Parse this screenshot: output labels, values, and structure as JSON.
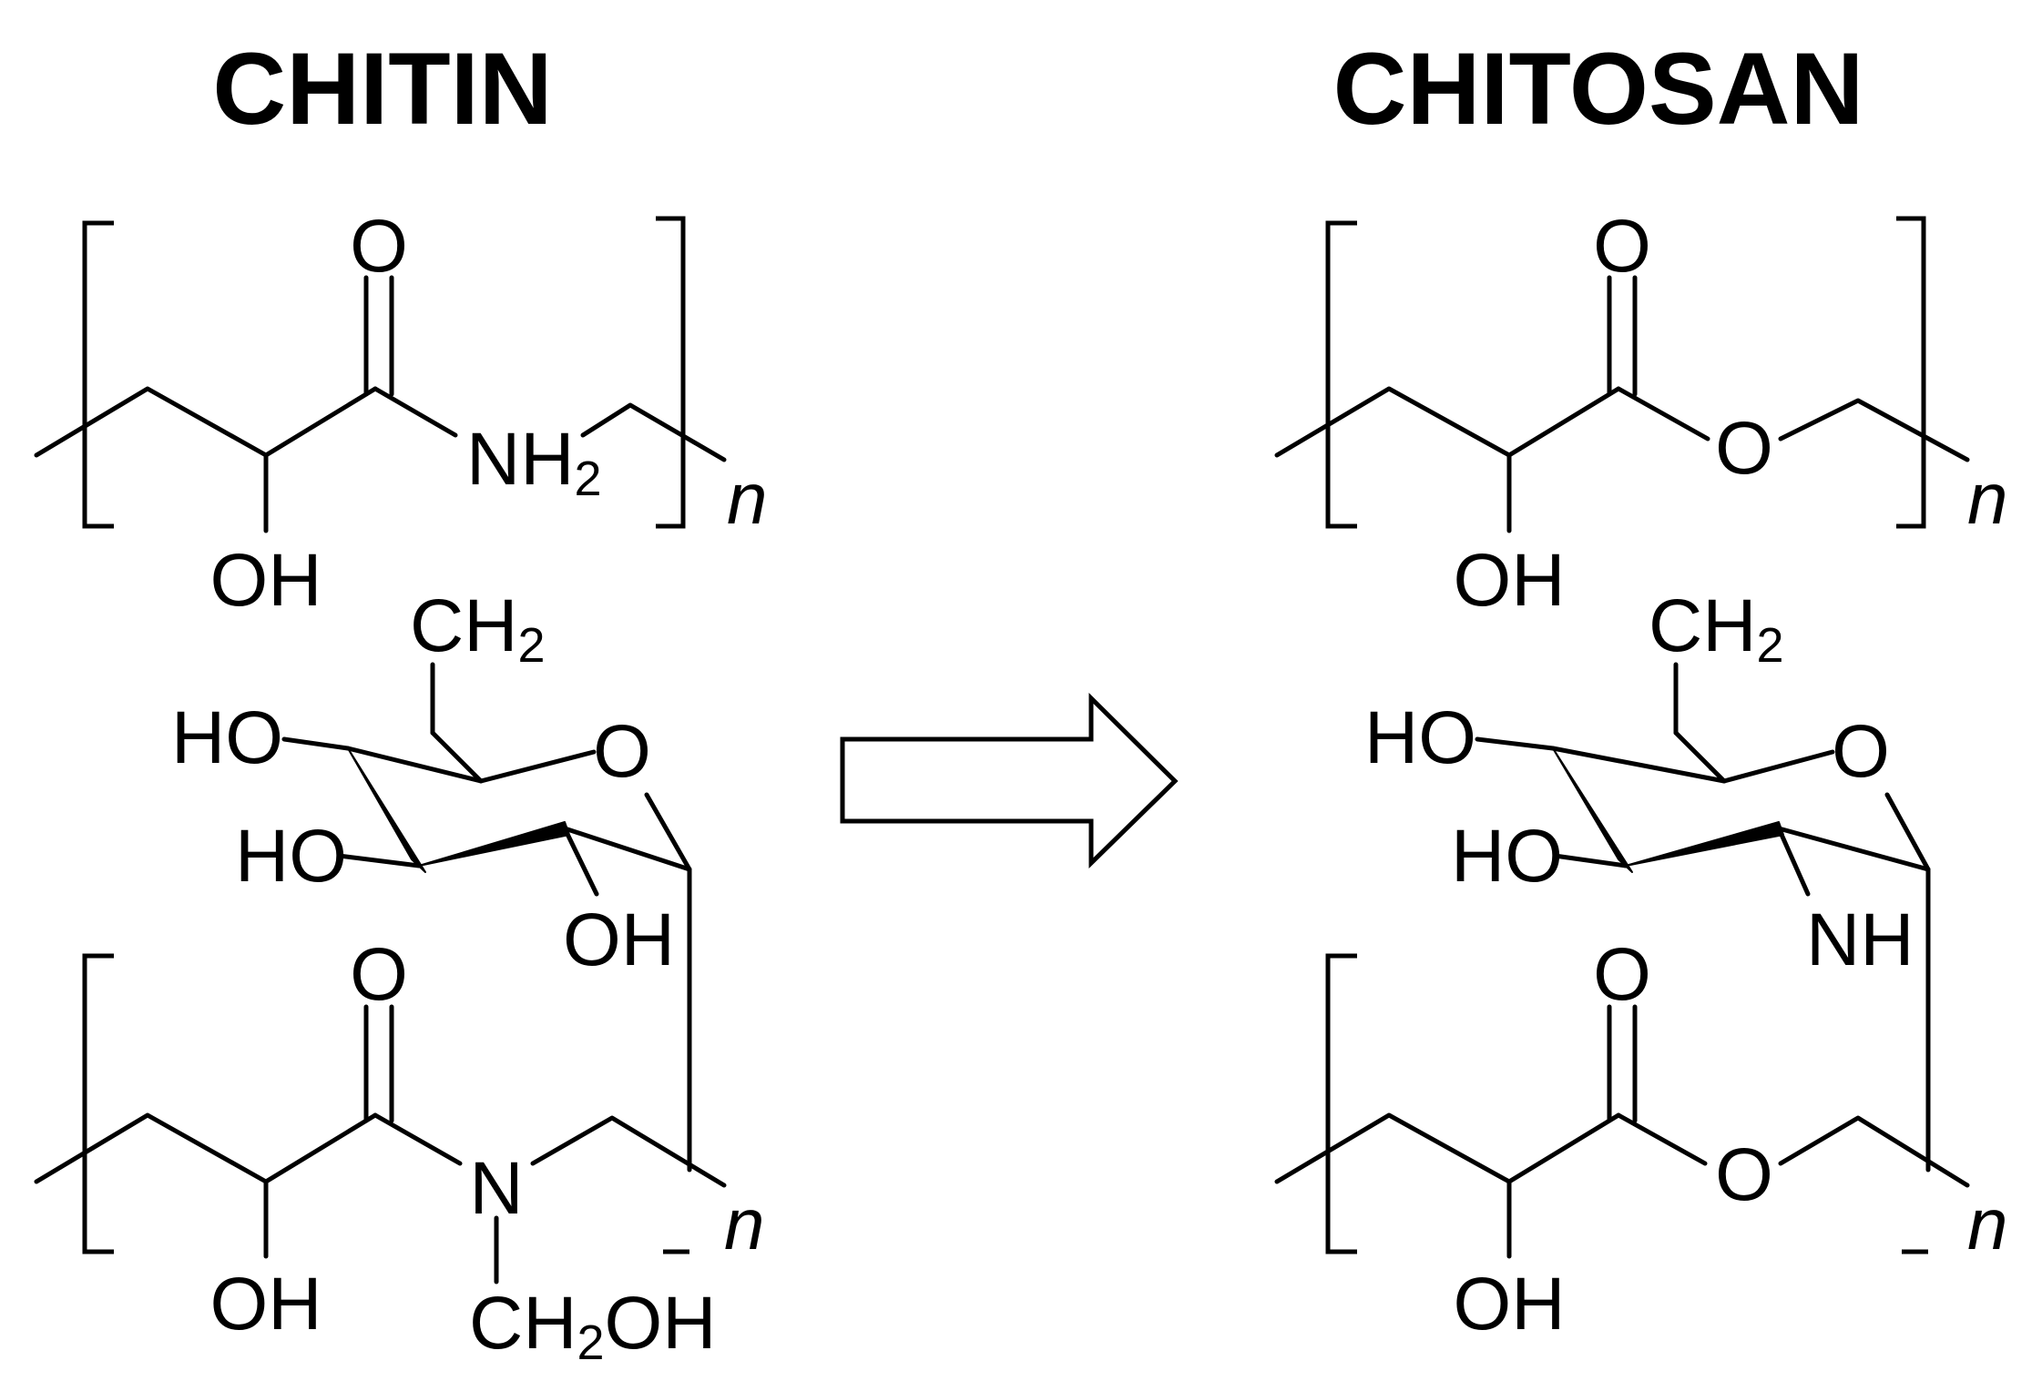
{
  "chitin": {
    "title": "CHITIN",
    "top_unit": {
      "carbonyl_o": "O",
      "amine": "NH",
      "amine_sub": "2",
      "hydroxyl": "OH",
      "repeat": "n"
    },
    "ring": {
      "ch2": "CH",
      "ch2_sub": "2",
      "ho_1": "HO",
      "ring_o": "O",
      "ho_2": "HO",
      "oh": "OH"
    },
    "bottom_unit": {
      "carbonyl_o": "O",
      "n_atom": "N",
      "hydroxyl": "OH",
      "ch2oh_a": "CH",
      "ch2oh_sub": "2",
      "ch2oh_b": "OH",
      "repeat": "n"
    }
  },
  "chitosan": {
    "title": "CHITOSAN",
    "top_unit": {
      "carbonyl_o": "O",
      "ester_o": "O",
      "hydroxyl": "OH",
      "repeat": "n"
    },
    "ring": {
      "ch2": "CH",
      "ch2_sub": "2",
      "ho_1": "HO",
      "ring_o": "O",
      "ho_2": "HO",
      "nh": "NH"
    },
    "bottom_unit": {
      "carbonyl_o": "O",
      "ester_o": "O",
      "hydroxyl": "OH",
      "repeat": "n"
    }
  },
  "arrow_icon": "right-hollow-arrow"
}
